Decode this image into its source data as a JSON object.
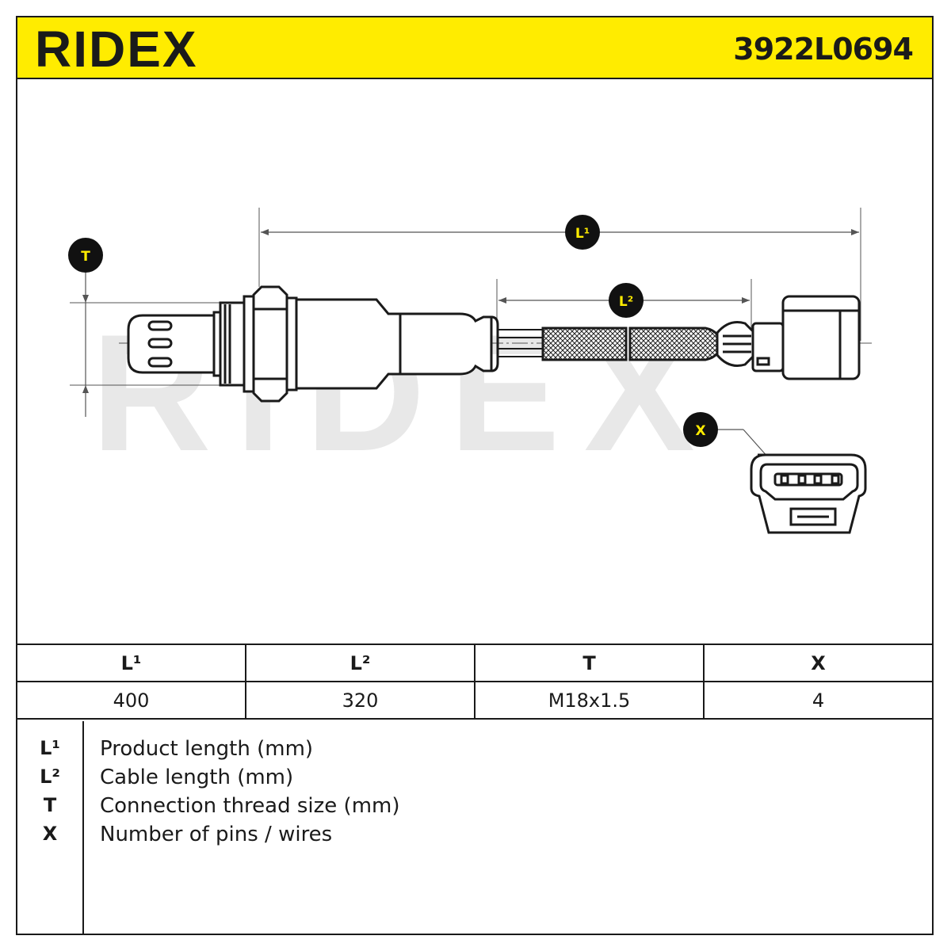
{
  "header": {
    "brand": "RIDEX",
    "part_number": "3922L0694",
    "background": "#ffec00"
  },
  "watermark": {
    "text": "RIDEX",
    "color": "#e8e8e8"
  },
  "drawing": {
    "callouts": {
      "L1": "L¹",
      "L2": "L²",
      "T": "T",
      "X": "X"
    },
    "callout_fill": "#111111",
    "callout_text_color": "#ffec00"
  },
  "spec_table": {
    "headers": [
      "L¹",
      "L²",
      "T",
      "X"
    ],
    "values": [
      "400",
      "320",
      "M18x1.5",
      "4"
    ]
  },
  "legend": [
    {
      "key": "L¹",
      "desc": "Product length (mm)"
    },
    {
      "key": "L²",
      "desc": "Cable length (mm)"
    },
    {
      "key": "T",
      "desc": "Connection thread size (mm)"
    },
    {
      "key": "X",
      "desc": "Number of pins / wires"
    }
  ]
}
